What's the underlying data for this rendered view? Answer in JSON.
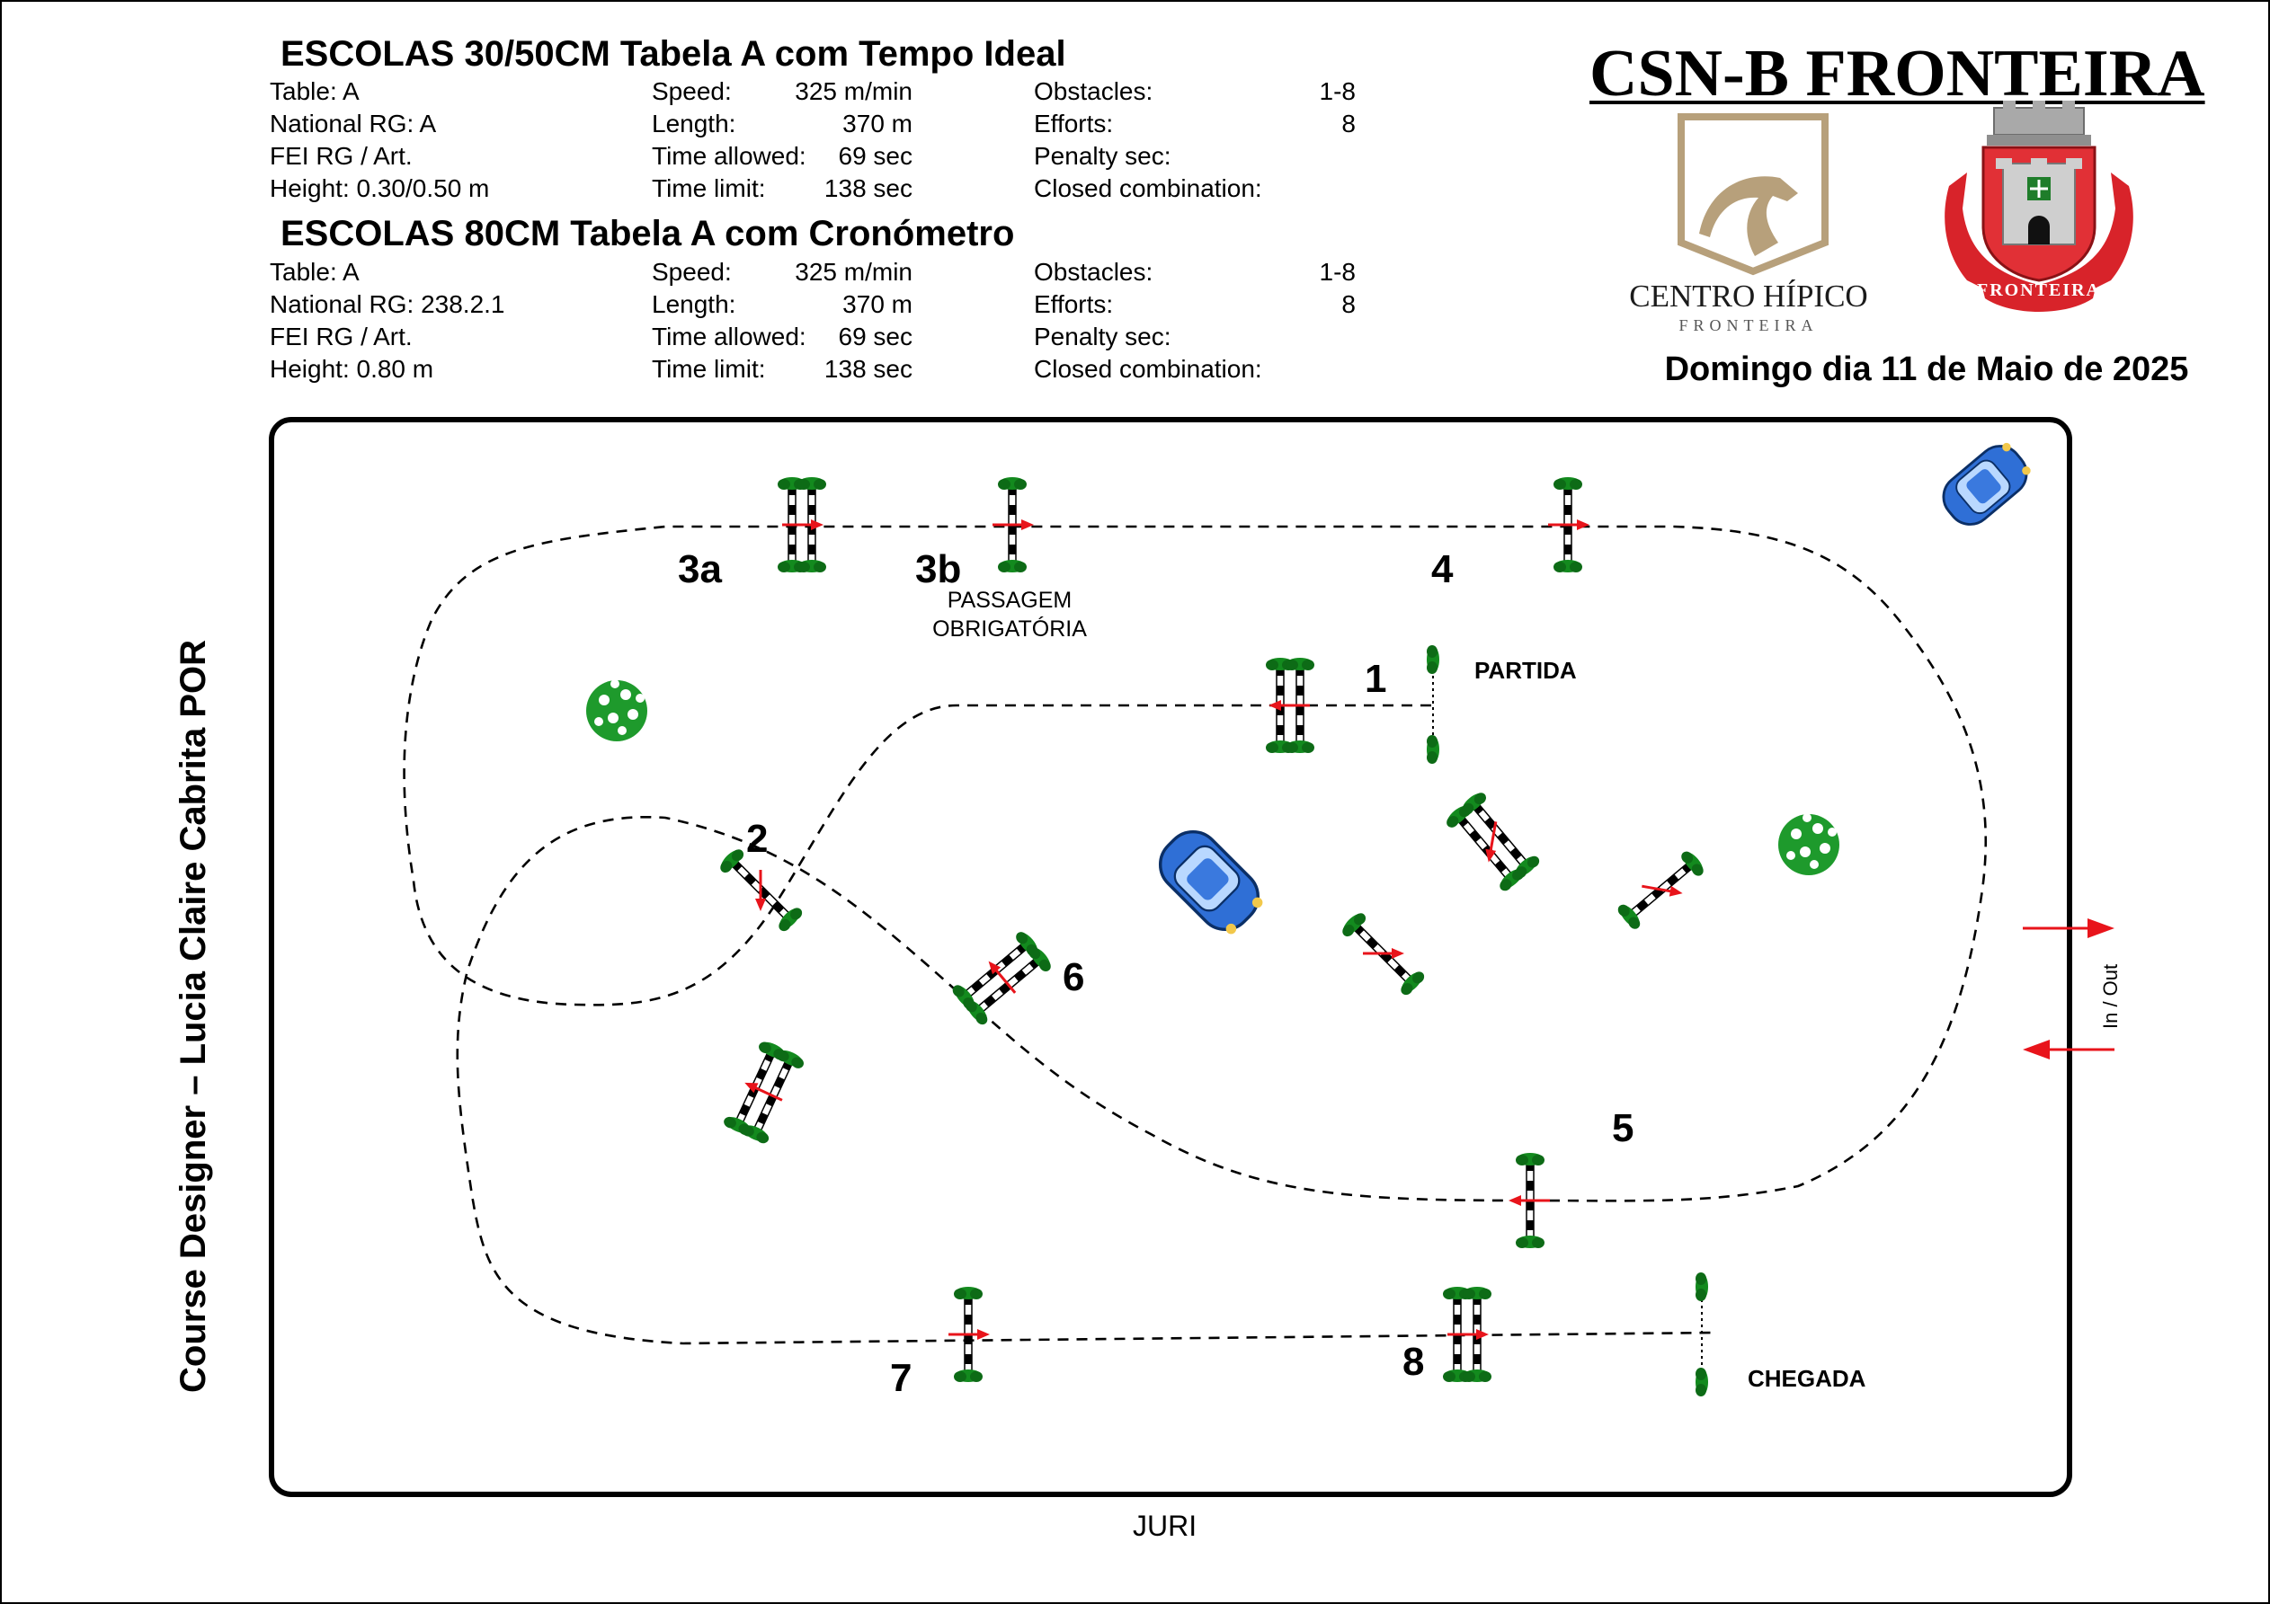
{
  "competitions": [
    {
      "title": "ESCOLAS 30/50CM  Tabela A com Tempo Ideal",
      "col1": [
        "Table: A",
        "National RG: A",
        "FEI RG / Art.",
        "Height: 0.30/0.50 m"
      ],
      "col2_labels": [
        "Speed:",
        "Length:",
        "Time allowed:",
        "Time limit:"
      ],
      "col2_values": [
        "325 m/min",
        "370 m",
        "69 sec",
        "138 sec"
      ],
      "col3_labels": [
        "Obstacles:",
        "Efforts:",
        "Penalty sec:",
        "Closed combination:"
      ],
      "col3_values": [
        "1-8",
        "8",
        "",
        ""
      ]
    },
    {
      "title": "ESCOLAS 80CM  Tabela A com Cronómetro",
      "col1": [
        "Table: A",
        "National RG: 238.2.1",
        "FEI RG / Art.",
        "Height: 0.80 m"
      ],
      "col2_labels": [
        "Speed:",
        "Length:",
        "Time allowed:",
        "Time limit:"
      ],
      "col2_values": [
        "325 m/min",
        "370 m",
        "69 sec",
        "138 sec"
      ],
      "col3_labels": [
        "Obstacles:",
        "Efforts:",
        "Penalty sec:",
        "Closed combination:"
      ],
      "col3_values": [
        "1-8",
        "8",
        "",
        ""
      ]
    }
  ],
  "event": {
    "name": "CSN-B FRONTEIRA",
    "date": "Domingo dia 11 de Maio de 2025",
    "club_logo_text": "CENTRO HÍPICO",
    "club_logo_subtext": "FRONTEIRA",
    "crest_banner_text": "FRONTEIRA"
  },
  "course": {
    "designer": "Course Designer – Lucia Claire Cabrita POR",
    "judge_label": "JURI",
    "in_out_label": "In / Out",
    "start_label": "PARTIDA",
    "finish_label": "CHEGADA",
    "mandatory_passage": [
      "PASSAGEM",
      "OBRIGATÓRIA"
    ],
    "obstacles": [
      {
        "number": "1",
        "type": "oxer"
      },
      {
        "number": "2",
        "type": "vertical"
      },
      {
        "number": "3a",
        "type": "oxer"
      },
      {
        "number": "3b",
        "type": "vertical"
      },
      {
        "number": "4",
        "type": "vertical"
      },
      {
        "number": "5",
        "type": "vertical"
      },
      {
        "number": "6",
        "type": "oxer"
      },
      {
        "number": "7",
        "type": "vertical"
      },
      {
        "number": "8",
        "type": "oxer"
      }
    ]
  },
  "colors": {
    "line": "#000000",
    "arrow": "#e8141b",
    "wing": "#138a1e",
    "car": "#2f6fd6",
    "logo_gold": "#b7a07b",
    "crest_red": "#d8232a"
  }
}
